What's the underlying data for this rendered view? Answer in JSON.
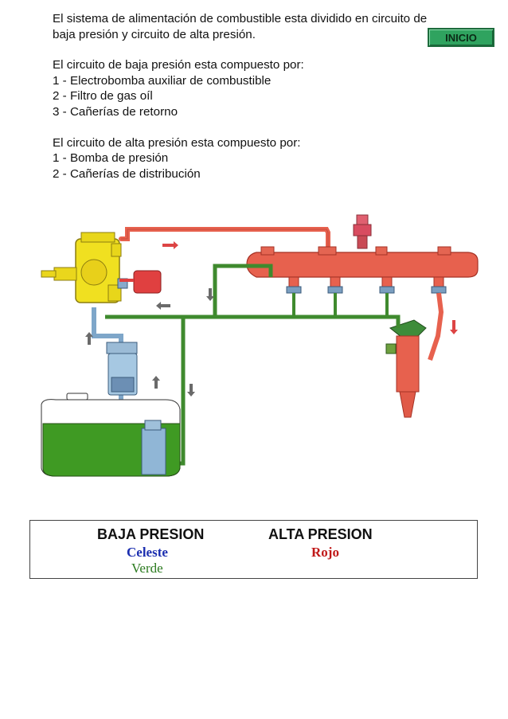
{
  "intro": {
    "line1": "El sistema de alimentación de combustible esta dividido en circuito de",
    "line2": "baja presión y circuito de alta presión."
  },
  "nav": {
    "inicio_label": "INICIO"
  },
  "low_circuit": {
    "heading": "El circuito de baja presión esta compuesto por:",
    "items": [
      "1 - Electrobomba auxiliar de combustible",
      "2 - Filtro de gas oíl",
      "3 - Cañerías de retorno"
    ]
  },
  "high_circuit": {
    "heading": "El circuito de alta presión esta compuesto por:",
    "items": [
      "1 - Bomba de presión",
      "2 - Cañerías de distribución"
    ]
  },
  "legend": {
    "low_title": "BAJA PRESION",
    "high_title": "ALTA PRESION",
    "low_colors": [
      "Celeste",
      "Verde"
    ],
    "high_colors": [
      "Rojo"
    ]
  },
  "colors": {
    "celeste": "#7ea6c9",
    "verde": "#3f8a2e",
    "rojo": "#e7614e",
    "bomba": "#f0e020",
    "legend_celeste_text": "#1c2fb0",
    "legend_verde_text": "#2a7a1e",
    "legend_rojo_text": "#c01818"
  }
}
